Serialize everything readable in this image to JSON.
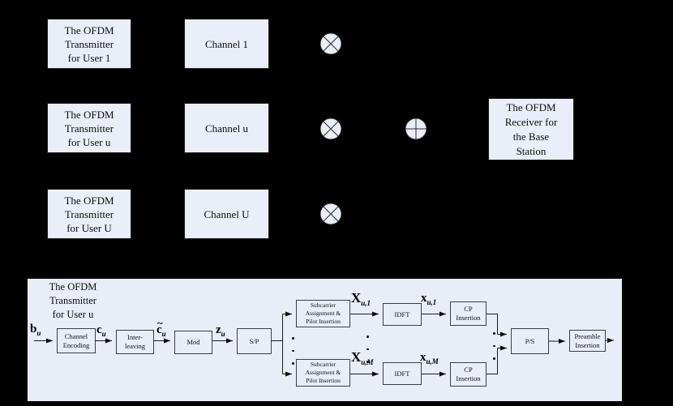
{
  "top": {
    "transmitters": [
      {
        "lines": [
          "The OFDM",
          "Transmitter",
          "for User 1"
        ]
      },
      {
        "lines": [
          "The OFDM",
          "Transmitter",
          "for User u"
        ]
      },
      {
        "lines": [
          "The OFDM",
          "Transmitter",
          "for User U"
        ]
      }
    ],
    "channels": [
      "Channel 1",
      "Channel u",
      "Channel U"
    ],
    "receiver": {
      "lines": [
        "The OFDM",
        "Receiver for",
        "the Base",
        "Station"
      ]
    },
    "icons": {
      "multiplier": "circle-times",
      "adder": "circle-plus"
    }
  },
  "bottom": {
    "title_lines": [
      "The OFDM",
      "Transmitter",
      "for User u"
    ],
    "blocks": {
      "channel_encoding": [
        "Channel",
        "Encoding"
      ],
      "interleaving": [
        "Inter-",
        "leaving"
      ],
      "mod": "Mod",
      "sp": "S/P",
      "subcarrier": [
        "Subcarrier",
        "Assignment &",
        "Pilot Insertion"
      ],
      "idft": "IDFT",
      "cp": [
        "CP",
        "Insertion"
      ],
      "ps": "P/S",
      "preamble": [
        "Preamble",
        "Insertion"
      ]
    },
    "signals": {
      "b": {
        "main": "b",
        "sub": "u"
      },
      "c": {
        "main": "c",
        "sub": "u"
      },
      "c_tilde": {
        "main": "c",
        "sub": "u",
        "accent": "~"
      },
      "z": {
        "main": "z",
        "sub": "u"
      },
      "X1": {
        "main": "X",
        "sub": "u,1"
      },
      "x1": {
        "main": "x",
        "sub": "u,1"
      },
      "XM": {
        "main": "X",
        "sub": "u,M"
      },
      "xM": {
        "main": "x",
        "sub": "u,M"
      }
    }
  },
  "colors": {
    "background": "#000000",
    "box_fill": "#e9eef8",
    "panel_fill": "#e8edf6",
    "line": "#1a1a1a"
  }
}
